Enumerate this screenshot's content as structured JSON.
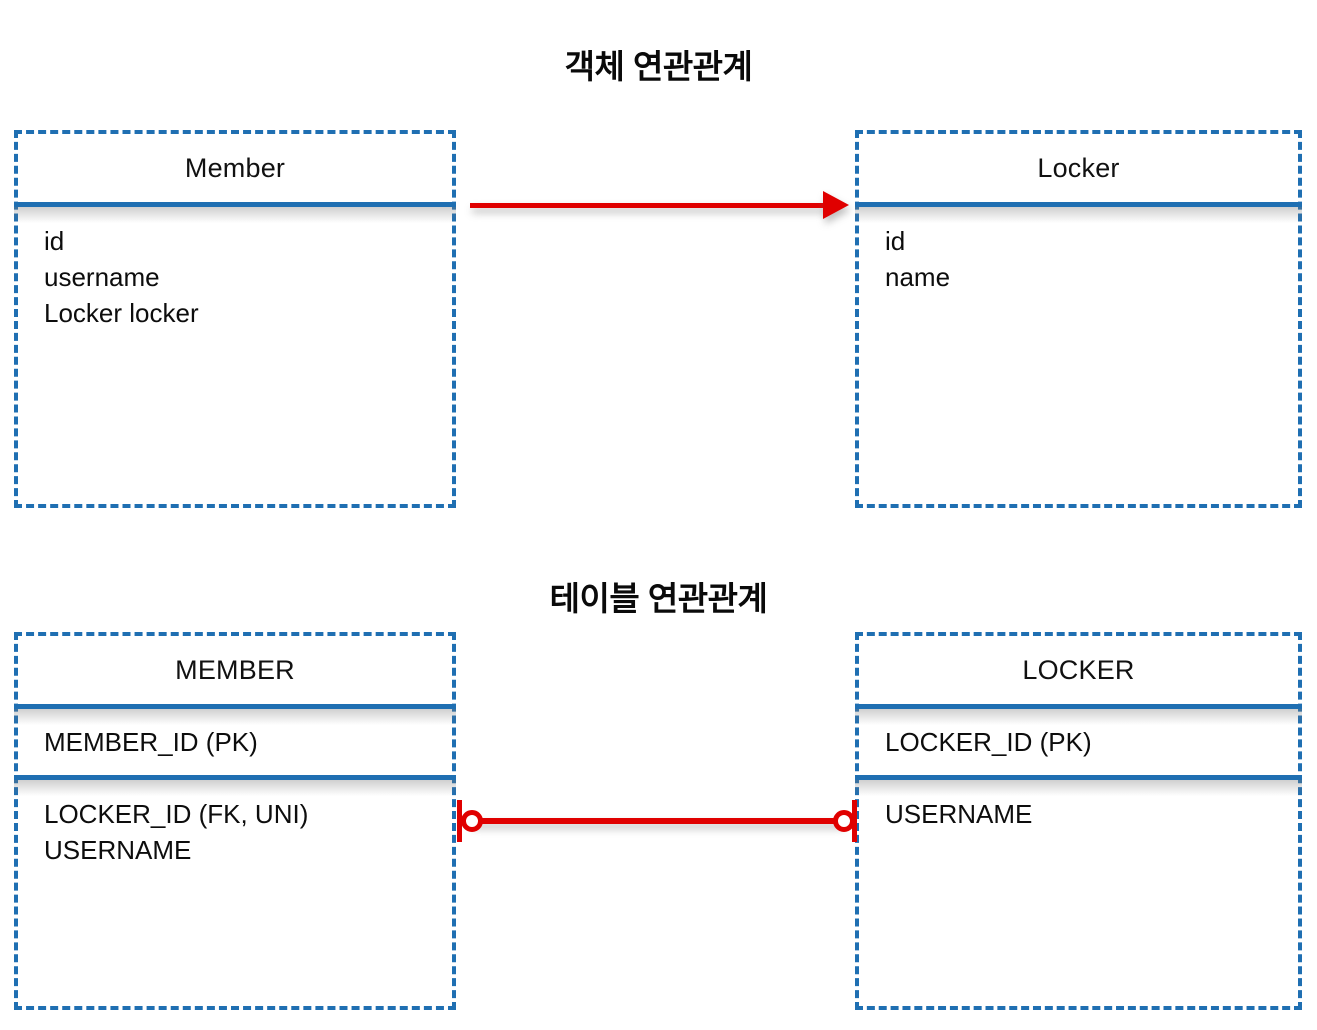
{
  "sections": [
    {
      "title": "객체 연관관계",
      "left_box": {
        "name": "Member",
        "fields": [
          "id",
          "username",
          "Locker locker"
        ]
      },
      "right_box": {
        "name": "Locker",
        "fields": [
          "id",
          "name"
        ]
      },
      "connector": {
        "kind": "arrow",
        "direction": "left-to-right",
        "color": "#e00000"
      }
    },
    {
      "title": "테이블 연관관계",
      "left_box": {
        "name": "MEMBER",
        "key_row": "MEMBER_ID (PK)",
        "fields": [
          "LOCKER_ID (FK, UNI)",
          "USERNAME"
        ]
      },
      "right_box": {
        "name": "LOCKER",
        "key_row": "LOCKER_ID (PK)",
        "fields": [
          "USERNAME"
        ]
      },
      "connector": {
        "kind": "zero-or-one-to-zero-or-one",
        "left_end": "bar-circle",
        "right_end": "circle-bar",
        "color": "#e00000"
      }
    }
  ],
  "colors": {
    "box_border": "#1f6fb2",
    "rule": "#1f6fb2",
    "relation": "#e00000",
    "text": "#0d0d0d",
    "background": "#ffffff"
  }
}
